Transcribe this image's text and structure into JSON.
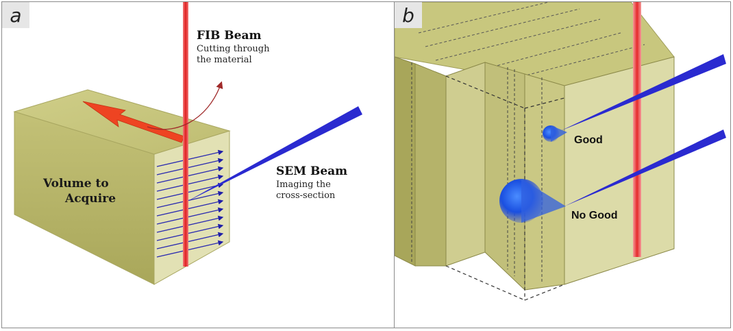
{
  "panel_a": {
    "tag": "a",
    "fib_title": "FIB Beam",
    "fib_desc_1": "Cutting through",
    "fib_desc_2": "the material",
    "volume_1": "Volume to",
    "volume_2": "Acquire",
    "sem_title": "SEM Beam",
    "sem_desc_1": "Imaging the",
    "sem_desc_2": "cross-section"
  },
  "panel_b": {
    "tag": "b",
    "good": "Good",
    "no_good": "No Good"
  },
  "colors": {
    "block_top": "#c8c77e",
    "block_front": "#b8b66a",
    "block_side": "#dcdba8",
    "fib_red": "#e83a3a",
    "sem_blue": "#2a2ad0",
    "arrow_orange": "#ee4422"
  }
}
